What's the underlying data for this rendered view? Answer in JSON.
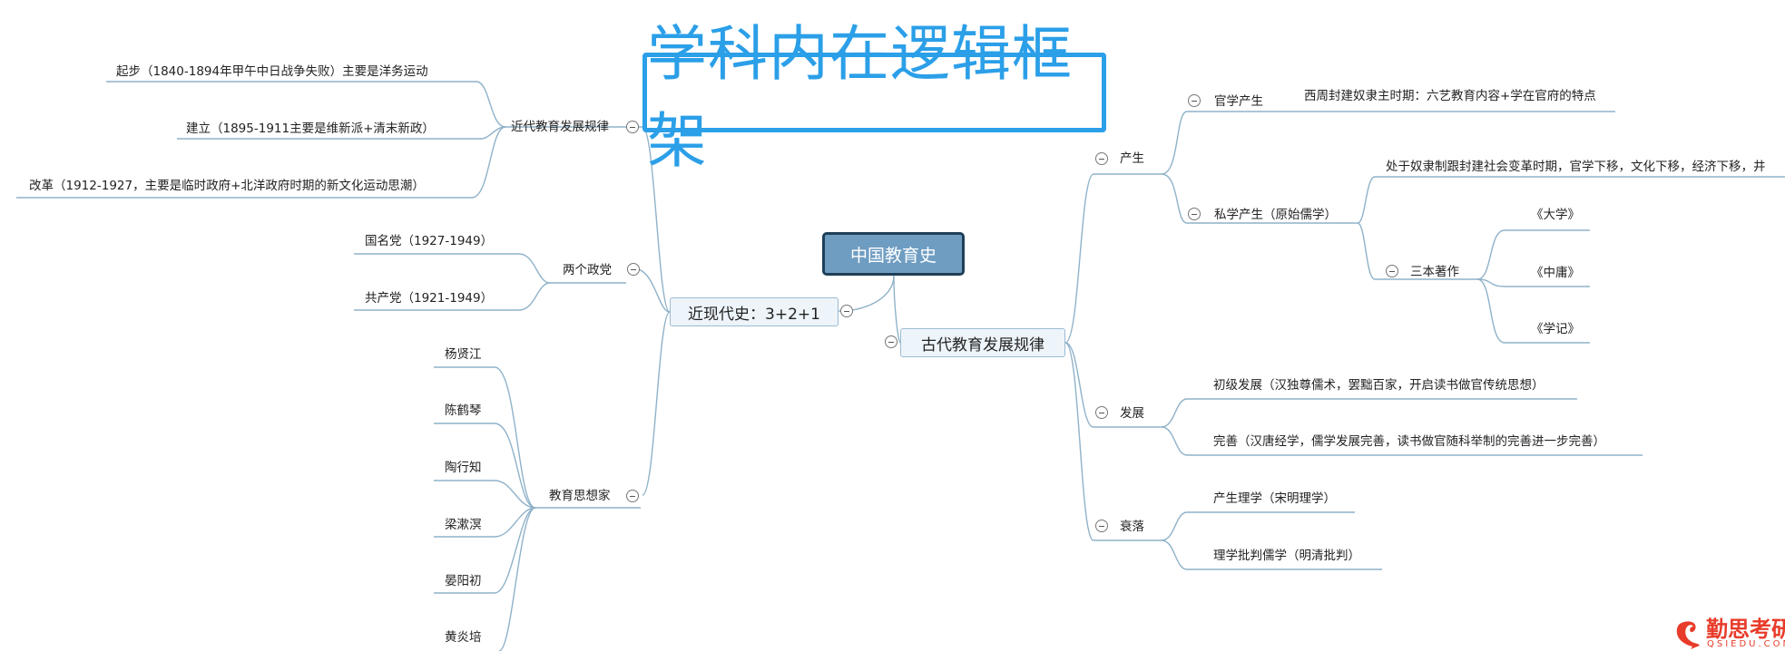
{
  "title": "学科内在逻辑框架",
  "root": "中国教育史",
  "left_main": "近现代史：3+2+1",
  "right_main": "古代教育发展规律",
  "left_groups": {
    "modern": {
      "label": "近代教育发展规律",
      "items": [
        "起步（1840-1894年甲午中日战争失败）主要是洋务运动",
        "建立（1895-1911主要是维新派+清末新政）",
        "改革（1912-1927，主要是临时政府+北洋政府时期的新文化运动思潮）"
      ]
    },
    "parties": {
      "label": "两个政党",
      "items": [
        "国名党（1927-1949）",
        "共产党（1921-1949）"
      ]
    },
    "thinkers": {
      "label": "教育思想家",
      "items": [
        "杨贤江",
        "陈鹤琴",
        "陶行知",
        "梁漱溟",
        "晏阳初",
        "黄炎培"
      ]
    }
  },
  "right_groups": {
    "origin": {
      "label": "产生",
      "official": {
        "label": "官学产生",
        "item": "西周封建奴隶主时期：六艺教育内容+学在官府的特点"
      },
      "private": {
        "label": "私学产生（原始儒学）",
        "item": "处于奴隶制跟封建社会变革时期，官学下移，文化下移，经济下移，井",
        "books": {
          "label": "三本著作",
          "items": [
            "《大学》",
            "《中庸》",
            "《学记》"
          ]
        }
      }
    },
    "development": {
      "label": "发展",
      "items": [
        "初级发展（汉独尊儒术，罢黜百家，开启读书做官传统思想）",
        "完善（汉唐经学，儒学发展完善，读书做官随科举制的完善进一步完善）"
      ]
    },
    "decline": {
      "label": "衰落",
      "items": [
        "产生理学（宋明理学）",
        "理学批判儒学（明清批判）"
      ]
    }
  },
  "logo": {
    "name": "勤思考研",
    "sub": "QSIEDU.COM"
  },
  "colors": {
    "title": "#2b9fe8",
    "root_fill": "#6f9dc2",
    "root_border": "#1f3f57",
    "line": "#8fb2c9",
    "logo": "#e83b2a"
  }
}
